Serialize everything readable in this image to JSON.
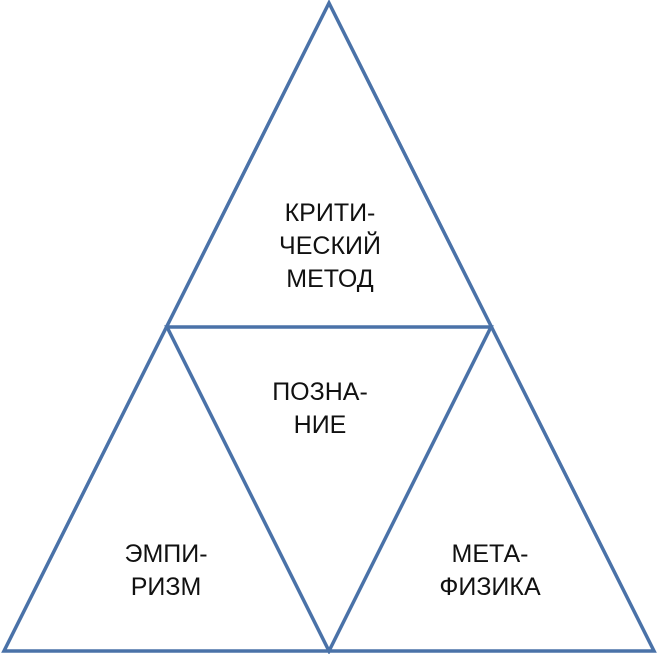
{
  "diagram": {
    "stroke_color": "#4a72a8",
    "top": {
      "lines": [
        "КРИТИ-",
        "ЧЕСКИЙ",
        "МЕТОД"
      ]
    },
    "center": {
      "lines": [
        "ПОЗНА-",
        "НИЕ"
      ]
    },
    "left": {
      "lines": [
        "ЭМПИ-",
        "РИЗМ"
      ]
    },
    "right": {
      "lines": [
        "МЕТА-",
        "ФИЗИКА"
      ]
    }
  }
}
